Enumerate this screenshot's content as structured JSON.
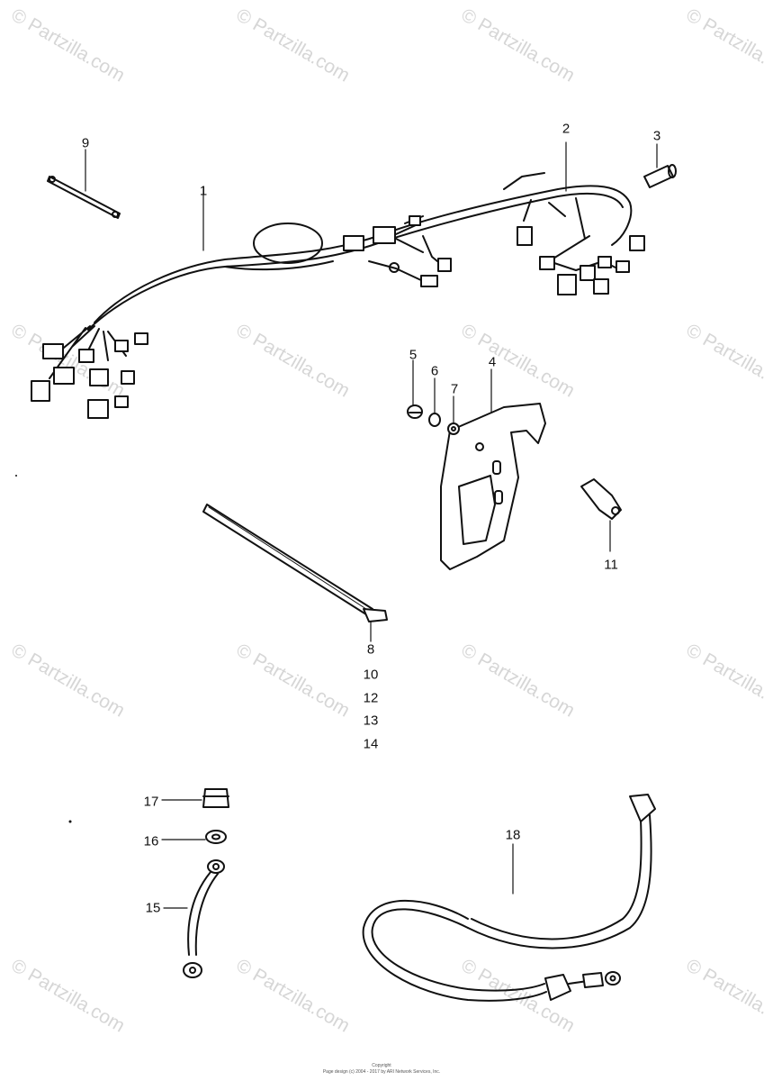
{
  "watermark": "© Partzilla.com",
  "callouts": [
    "1",
    "2",
    "3",
    "4",
    "5",
    "6",
    "7",
    "8",
    "9",
    "10",
    "11",
    "12",
    "13",
    "14",
    "15",
    "16",
    "17",
    "18"
  ],
  "footer": {
    "line1": "Copyright",
    "line2": "Page design (c) 2004 - 2017 by ARI Network Services, Inc."
  },
  "colors": {
    "ink": "#111111",
    "watermark": "#d6d6d6",
    "background": "#ffffff"
  }
}
